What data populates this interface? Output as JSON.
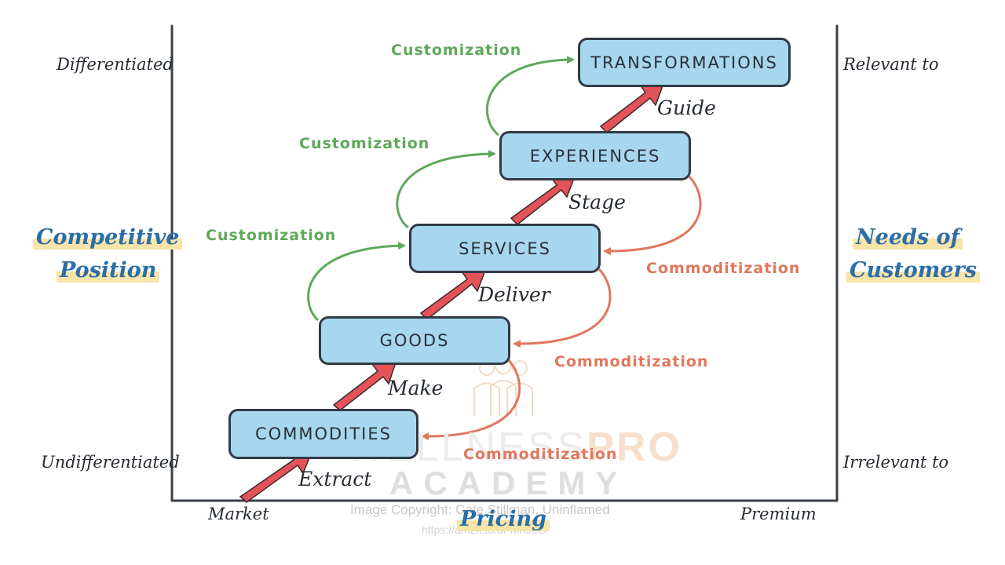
{
  "stages": [
    {
      "id": "commodities",
      "label": "COMMODITIES",
      "verb": "Extract"
    },
    {
      "id": "goods",
      "label": "GOODS",
      "verb": "Make"
    },
    {
      "id": "services",
      "label": "SERVICES",
      "verb": "Deliver"
    },
    {
      "id": "experiences",
      "label": "EXPERIENCES",
      "verb": "Stage"
    },
    {
      "id": "transformations",
      "label": "TRANSFORMATIONS",
      "verb": "Guide"
    }
  ],
  "customization_label": "Customization",
  "commoditization_label": "Commoditization",
  "left_axis": {
    "title_line1": "Competitive",
    "title_line2": "Position",
    "top": "Differentiated",
    "bottom": "Undifferentiated"
  },
  "right_axis": {
    "title_line1": "Needs of",
    "title_line2": "Customers",
    "top": "Relevant to",
    "bottom": "Irrelevant to"
  },
  "bottom_axis": {
    "title": "Pricing",
    "left": "Market",
    "right": "Premium"
  },
  "watermark": {
    "brand_a": "WELLNESS",
    "brand_b": "PRO",
    "academy": "ACADEMY",
    "copyright": "Image Copyright: Cate Stillman, Uninflamed",
    "url": "https://amzn.to/3PMh9eG"
  },
  "colors": {
    "box_fill": "#a6d7ef",
    "box_border": "#323a44",
    "green": "#5fa85a",
    "orange": "#e0775d",
    "arrow": "#e4525a",
    "axis_title": "#2c6ea6"
  }
}
